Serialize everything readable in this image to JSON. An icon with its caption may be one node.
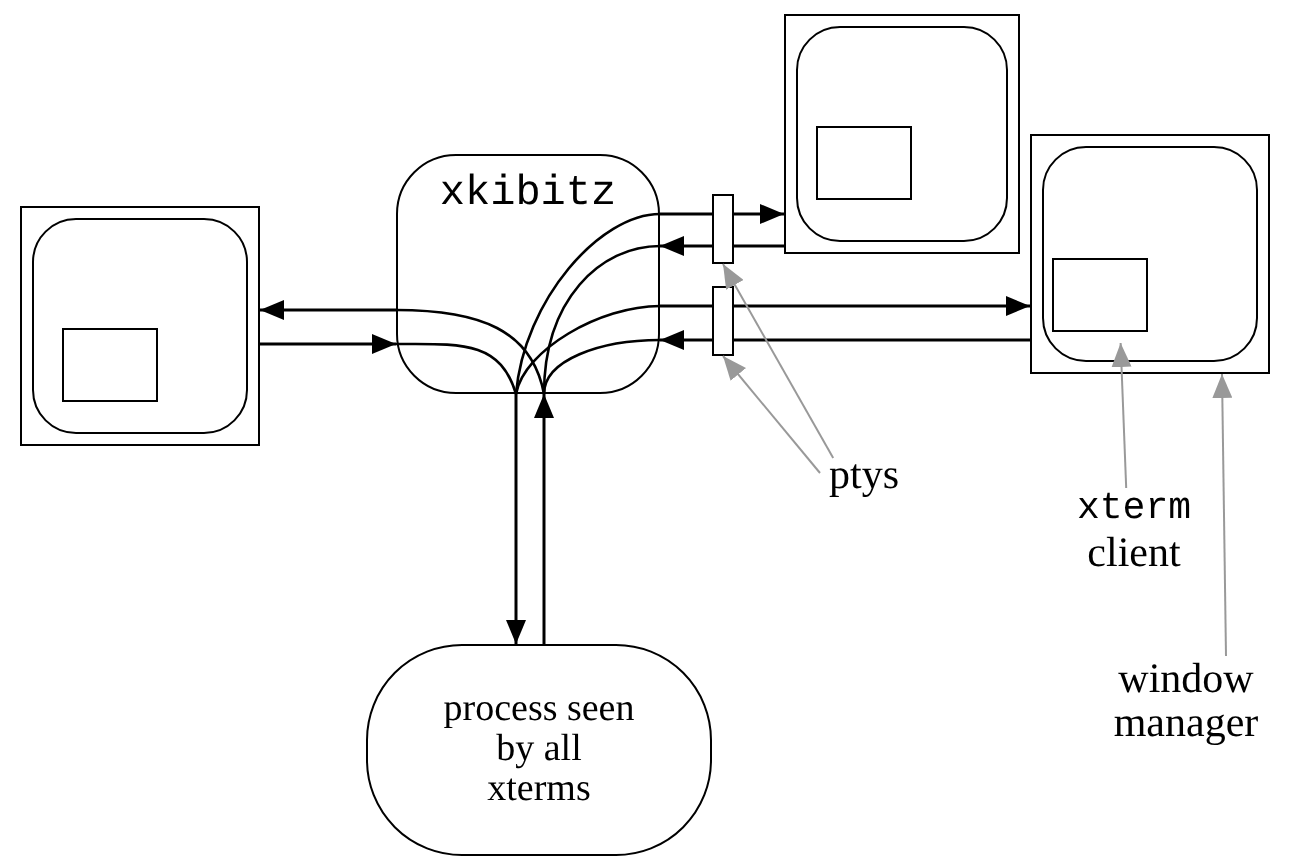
{
  "diagram": {
    "nodes": [
      {
        "text": [],
        "shape": "box"
      },
      {
        "text": [
          "xkibitz"
        ]
      },
      {
        "text": [],
        "shape": "bar"
      },
      {
        "text": [],
        "shape": "bar"
      },
      {
        "text": [],
        "shape": "box"
      },
      {
        "text": [],
        "shape": "box"
      },
      {
        "text": [],
        "shape": "box",
        "in": 5
      },
      {
        "text": [
          "process seen by all xterms"
        ]
      },
      {
        "text": [
          "ptys"
        ]
      },
      {
        "text": [
          "xterm",
          "client"
        ]
      },
      {
        "text": [
          "window manager"
        ]
      }
    ],
    "edges": [
      {
        "from": 1,
        "to": 0,
        "arrow": "to"
      },
      {
        "from": 0,
        "to": 1,
        "arrow": "to"
      },
      {
        "from": 1,
        "to": 2,
        "arrow": "none"
      },
      {
        "from": 2,
        "to": 4,
        "arrow": "to"
      },
      {
        "from": 4,
        "to": 2,
        "arrow": "none"
      },
      {
        "from": 2,
        "to": 1,
        "arrow": "to"
      },
      {
        "from": 1,
        "to": 3,
        "arrow": "none"
      },
      {
        "from": 3,
        "to": 5,
        "arrow": "to"
      },
      {
        "from": 5,
        "to": 3,
        "arrow": "none"
      },
      {
        "from": 3,
        "to": 1,
        "arrow": "to"
      },
      {
        "from": 1,
        "to": 7,
        "arrow": "to"
      },
      {
        "from": 7,
        "to": 1,
        "arrow": "to"
      },
      {
        "from": 8,
        "to": 2,
        "arrow": "to",
        "color": "#999999"
      },
      {
        "from": 8,
        "to": 3,
        "arrow": "to",
        "color": "#999999"
      },
      {
        "from": 9,
        "to": 6,
        "arrow": "to",
        "color": "#999999"
      },
      {
        "from": 10,
        "to": 5,
        "arrow": "to",
        "color": "#999999"
      }
    ]
  }
}
